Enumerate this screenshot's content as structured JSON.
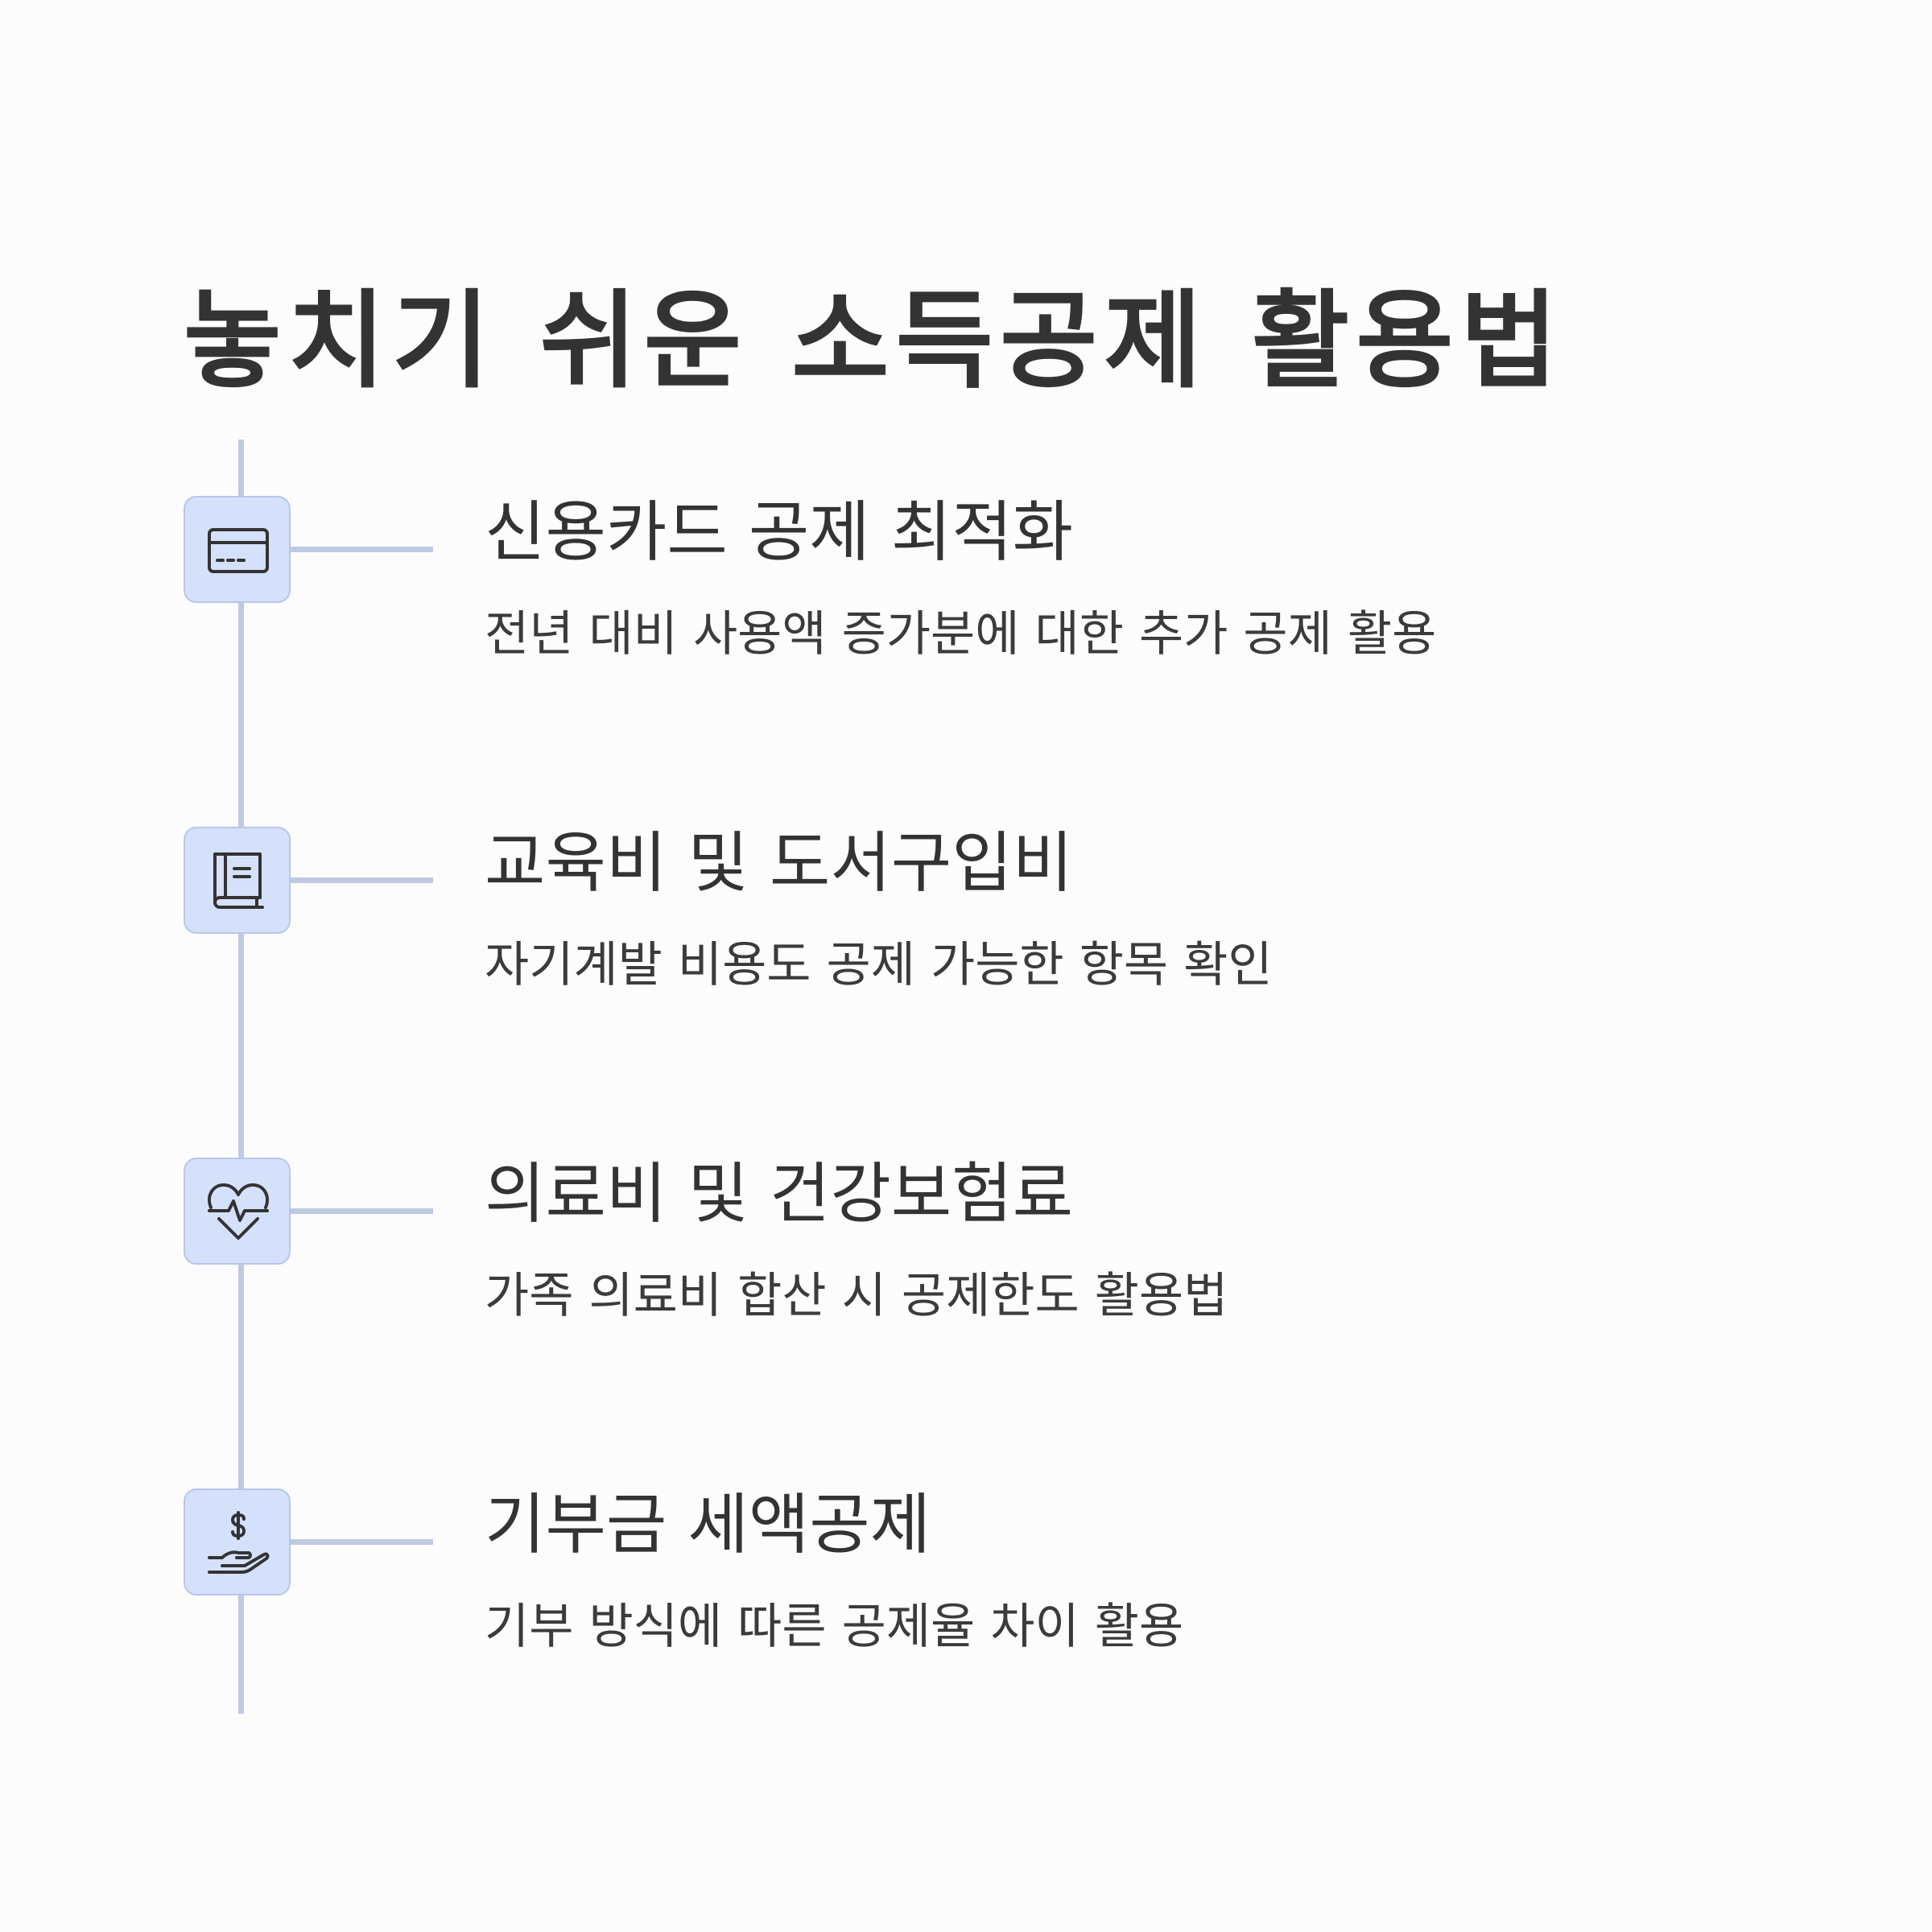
{
  "title": "놓치기 쉬운 소득공제 활용법",
  "colors": {
    "background": "#fcfcfd",
    "timeline": "#bfc9e2",
    "icon_background": "#d5e1fb",
    "icon_border": "#b8c6ea",
    "text": "#333333"
  },
  "steps": [
    {
      "icon": "credit-card-icon",
      "title": "신용카드 공제 최적화",
      "description": "전년 대비 사용액 증가분에 대한 추가 공제 활용"
    },
    {
      "icon": "book-icon",
      "title": "교육비 및 도서구입비",
      "description": "자기계발 비용도 공제 가능한 항목 확인"
    },
    {
      "icon": "heart-pulse-icon",
      "title": "의료비 및 건강보험료",
      "description": "가족 의료비 합산 시 공제한도 활용법"
    },
    {
      "icon": "hand-coin-icon",
      "title": "기부금 세액공제",
      "description": "기부 방식에 따른 공제율 차이 활용"
    }
  ]
}
